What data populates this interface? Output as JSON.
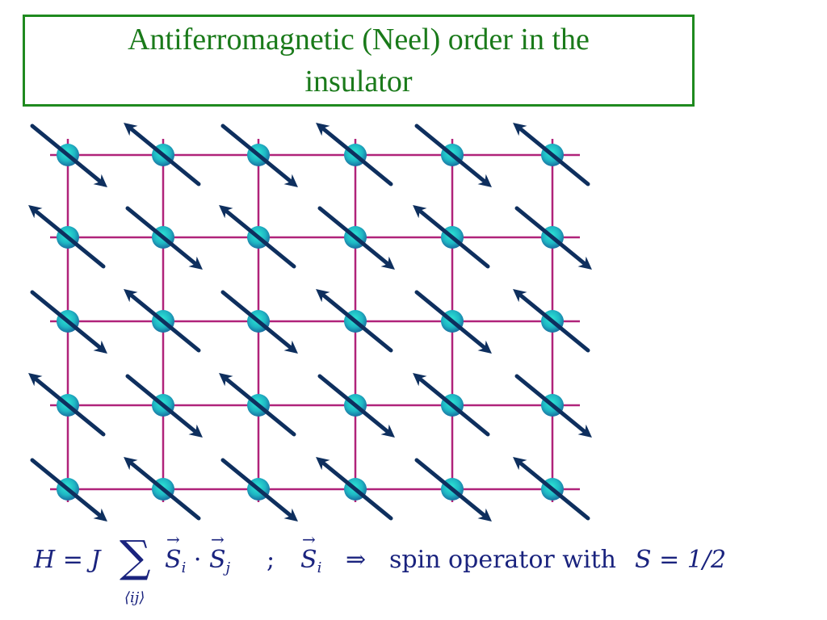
{
  "slide": {
    "title_lines": [
      "Antiferromagnetic (Neel) order in the",
      "insulator"
    ]
  },
  "lattice": {
    "rows": 5,
    "cols": 6,
    "spin_pattern": [
      [
        "down-right",
        "up-left",
        "down-right",
        "up-left",
        "down-right",
        "up-left"
      ],
      [
        "up-left",
        "down-right",
        "up-left",
        "down-right",
        "up-left",
        "down-right"
      ],
      [
        "down-right",
        "up-left",
        "down-right",
        "up-left",
        "down-right",
        "up-left"
      ],
      [
        "up-left",
        "down-right",
        "up-left",
        "down-right",
        "up-left",
        "down-right"
      ],
      [
        "down-right",
        "up-left",
        "down-right",
        "up-left",
        "down-right",
        "up-left"
      ]
    ],
    "colors": {
      "bond": "#b0237a",
      "site_inner": "#29e0d0",
      "site_outer": "#1a6fa0",
      "arrow": "#0e2f5e"
    }
  },
  "formula": {
    "lhs": "H = J",
    "sum_symbol": "∑",
    "sum_index": "⟨ij⟩",
    "term_Si": "S",
    "term_dot": "·",
    "term_Sj": "S",
    "sub_i": "i",
    "sub_j": "j",
    "separator": ";",
    "implies": "⇒",
    "description": "spin operator with",
    "S_value": "S = 1/2"
  }
}
